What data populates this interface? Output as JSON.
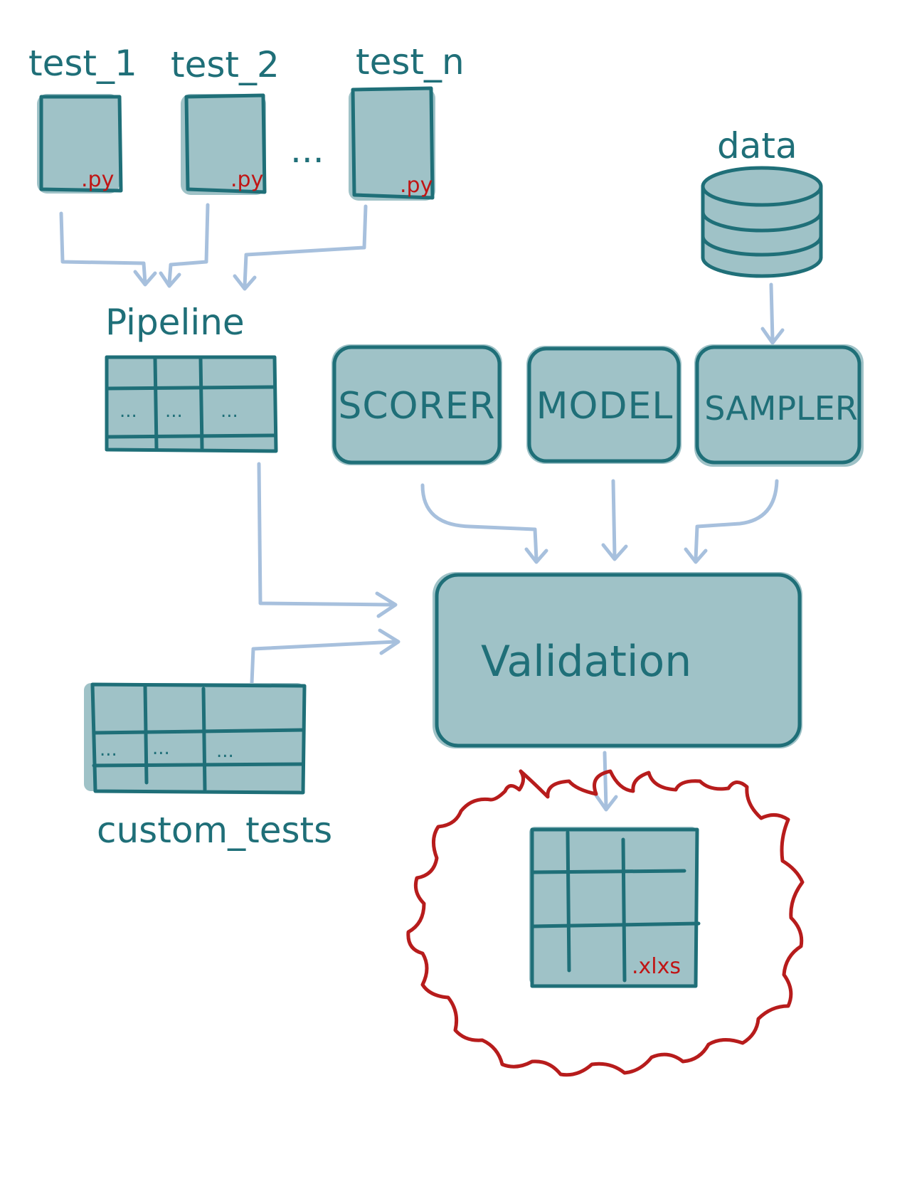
{
  "colors": {
    "teal_fill": "#9fc2c7",
    "teal_stroke": "#1f6f78",
    "arrow": "#a7c0dd",
    "accent_red": "#b71c1c"
  },
  "tests": [
    {
      "label": "test_1",
      "ext": ".py"
    },
    {
      "label": "test_2",
      "ext": ".py"
    },
    {
      "label": "test_n",
      "ext": ".py"
    }
  ],
  "tests_ellipsis": "...",
  "pipeline": {
    "label": "Pipeline",
    "cells": [
      "...",
      "...",
      "..."
    ]
  },
  "data_label": "data",
  "components": {
    "scorer": "SCORER",
    "model": "MODEL",
    "sampler": "SAMPLER"
  },
  "validation": "Validation",
  "custom_tests": {
    "label": "custom_tests",
    "cells": [
      "...",
      "...",
      "..."
    ]
  },
  "output": {
    "ext": ".xlxs"
  }
}
